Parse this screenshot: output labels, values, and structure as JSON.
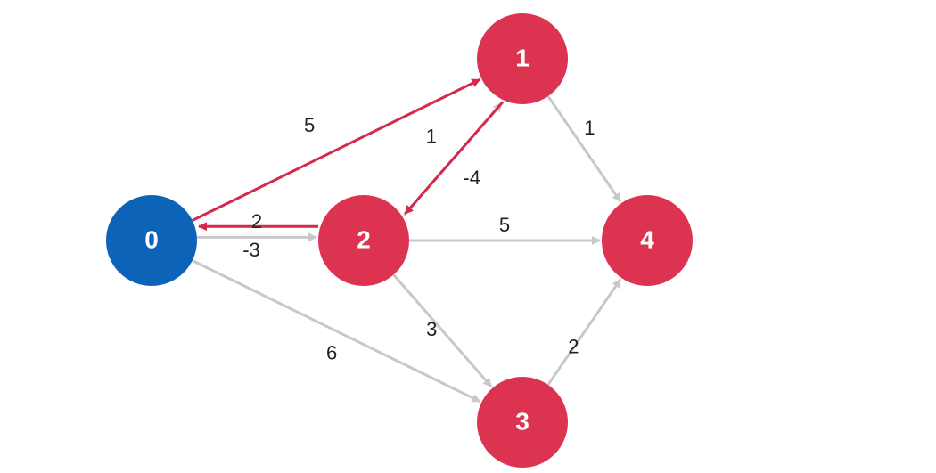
{
  "colors": {
    "node_default": "#dc3351",
    "node_source": "#0c63b8",
    "edge_default": "#c8c8c8",
    "edge_highlight": "#d32a4e"
  },
  "nodes": [
    {
      "id": "0",
      "label": "0",
      "role": "source"
    },
    {
      "id": "1",
      "label": "1",
      "role": "default"
    },
    {
      "id": "2",
      "label": "2",
      "role": "default"
    },
    {
      "id": "3",
      "label": "3",
      "role": "default"
    },
    {
      "id": "4",
      "label": "4",
      "role": "default"
    }
  ],
  "edges": [
    {
      "from": "0",
      "to": "1",
      "weight": "5",
      "highlighted": true
    },
    {
      "from": "0",
      "to": "2",
      "weight": "2",
      "highlighted": false
    },
    {
      "from": "2",
      "to": "0",
      "weight": "-3",
      "highlighted": true
    },
    {
      "from": "0",
      "to": "3",
      "weight": "6",
      "highlighted": false
    },
    {
      "from": "2",
      "to": "1",
      "weight": "1",
      "highlighted": false
    },
    {
      "from": "1",
      "to": "2",
      "weight": "-4",
      "highlighted": true
    },
    {
      "from": "1",
      "to": "4",
      "weight": "1",
      "highlighted": false
    },
    {
      "from": "2",
      "to": "4",
      "weight": "5",
      "highlighted": false
    },
    {
      "from": "2",
      "to": "3",
      "weight": "3",
      "highlighted": false
    },
    {
      "from": "3",
      "to": "4",
      "weight": "2",
      "highlighted": false
    }
  ]
}
